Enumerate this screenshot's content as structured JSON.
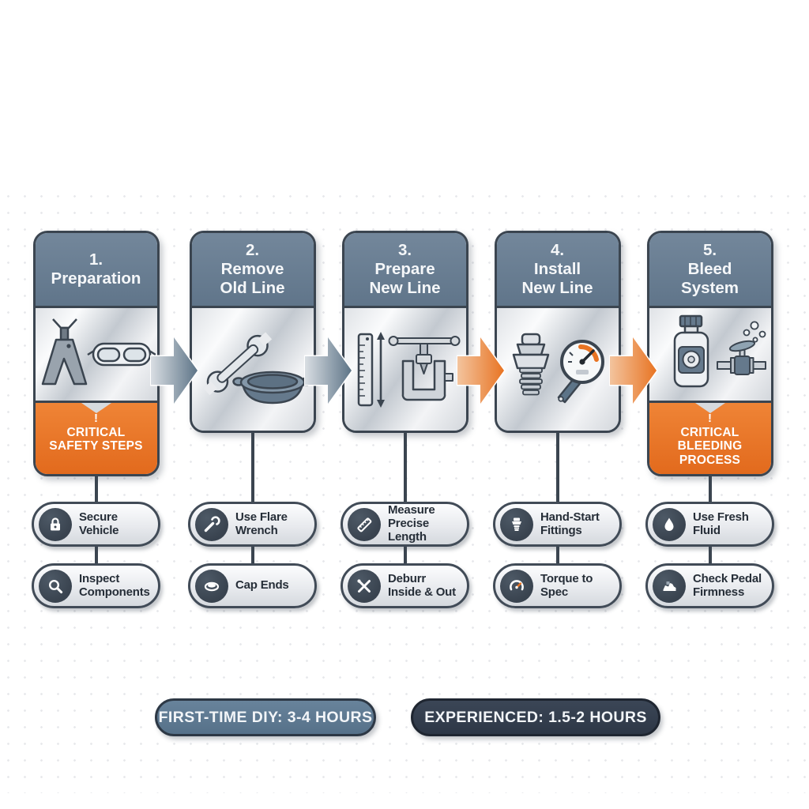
{
  "timeline": {
    "steps": [
      {
        "number": "1.",
        "title": "Preparation",
        "icons": [
          "jack-stand-icon",
          "safety-goggles-icon"
        ],
        "critical": {
          "alert": "!",
          "text": "CRITICAL\nSAFETY STEPS"
        },
        "tips": [
          {
            "icon": "lock-icon",
            "label": "Secure\nVehicle"
          },
          {
            "icon": "magnifier-icon",
            "label": "Inspect\nComponents"
          }
        ]
      },
      {
        "number": "2.",
        "title": "Remove\nOld Line",
        "icons": [
          "wrench-icon",
          "drain-pan-icon"
        ],
        "tips": [
          {
            "icon": "flare-wrench-icon",
            "label": "Use Flare\nWrench"
          },
          {
            "icon": "cap-icon",
            "label": "Cap Ends"
          }
        ]
      },
      {
        "number": "3.",
        "title": "Prepare\nNew Line",
        "icons": [
          "ruler-icon",
          "flaring-tool-icon"
        ],
        "tips": [
          {
            "icon": "ruler-small-icon",
            "label": "Measure\nPrecise Length"
          },
          {
            "icon": "deburr-tools-icon",
            "label": "Deburr\nInside & Out"
          }
        ]
      },
      {
        "number": "4.",
        "title": "Install\nNew Line",
        "icons": [
          "fitting-icon",
          "torque-gauge-icon"
        ],
        "tips": [
          {
            "icon": "fitting-small-icon",
            "label": "Hand-Start\nFittings"
          },
          {
            "icon": "torque-small-icon",
            "label": "Torque to\nSpec"
          }
        ]
      },
      {
        "number": "5.",
        "title": "Bleed\nSystem",
        "icons": [
          "fluid-bottle-icon",
          "bleeder-valve-icon"
        ],
        "critical": {
          "alert": "!",
          "text": "CRITICAL\nBLEEDING\nPROCESS"
        },
        "tips": [
          {
            "icon": "droplet-icon",
            "label": "Use Fresh\nFluid"
          },
          {
            "icon": "pedal-icon",
            "label": "Check Pedal\nFirmness"
          }
        ]
      }
    ],
    "arrows": [
      {
        "from": 1,
        "to": 2,
        "color": "blue"
      },
      {
        "from": 2,
        "to": 3,
        "color": "blue"
      },
      {
        "from": 3,
        "to": 4,
        "color": "orange"
      },
      {
        "from": 4,
        "to": 5,
        "color": "orange"
      }
    ]
  },
  "footer": {
    "first_time_label": "FIRST-TIME DIY: 3-4 HOURS",
    "experienced_label": "EXPERIENCED: 1.5-2 HOURS"
  },
  "colors": {
    "header_slate": "#66798d",
    "card_border": "#3b4550",
    "critical_orange": "#e8732b",
    "arrow_blue": "#5d7487",
    "arrow_orange": "#e87423",
    "badge_first_bg": "#5d7a93",
    "badge_experienced_bg": "#343e4e"
  }
}
